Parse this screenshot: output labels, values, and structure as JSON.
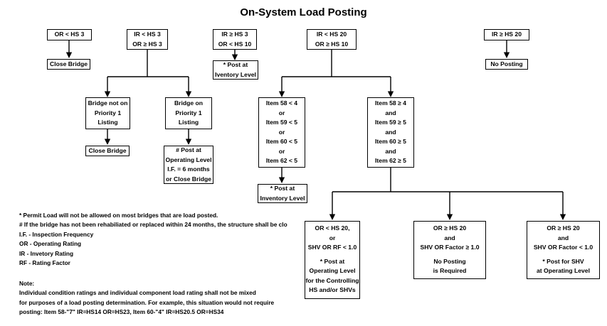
{
  "title": "On-System Load Posting",
  "boxes": {
    "or_lt_hs3": [
      "OR < HS 3"
    ],
    "close_bridge_1": [
      "Close Bridge"
    ],
    "ir_lt_hs3": [
      "IR < HS 3",
      "OR ≥ HS 3"
    ],
    "ir_ge_hs3": [
      "IR ≥ HS 3",
      "OR < HS 10"
    ],
    "post_inventory_1": [
      "* Post at",
      "Iventory Level"
    ],
    "ir_lt_hs20": [
      "IR < HS 20",
      "OR ≥ HS 10"
    ],
    "ir_ge_hs20": [
      "IR ≥ HS 20"
    ],
    "no_posting": [
      "No Posting"
    ],
    "not_priority": [
      "Bridge not on",
      "Priority 1",
      "Listing"
    ],
    "on_priority": [
      "Bridge on",
      "Priority 1",
      "Listing"
    ],
    "close_bridge_2": [
      "Close Bridge"
    ],
    "post_operating": [
      "# Post at",
      "Operating Level",
      "I.F. = 6 months",
      "or Close Bridge"
    ],
    "items_lt": [
      "Item 58 < 4",
      "or",
      "Item 59 < 5",
      "or",
      "Item 60 < 5",
      "or",
      "Item 62 < 5"
    ],
    "items_ge": [
      "Item 58 ≥ 4",
      "and",
      "Item 59 ≥ 5",
      "and",
      "Item 60 ≥ 5",
      "and",
      "Item 62 ≥ 5"
    ],
    "post_inventory_2": [
      "* Post at",
      "Inventory Level"
    ],
    "or_lt_hs20": [
      "OR < HS 20,",
      "or",
      "SHV OR RF < 1.0",
      "",
      "* Post at",
      "Operating Level",
      "for the Controlling",
      "HS and/or SHVs"
    ],
    "or_ge_hs20_a": [
      "OR ≥ HS 20",
      "and",
      "SHV OR Factor ≥ 1.0",
      "",
      "No Posting",
      "is Required"
    ],
    "or_ge_hs20_b": [
      "OR ≥ HS 20",
      "and",
      "SHV OR Factor < 1.0",
      "",
      "* Post for SHV",
      "at Operating Level"
    ]
  },
  "notes": {
    "permit": "* Permit Load will not be allowed on most bridges that are load posted.",
    "rehab": "# If the bridge has not been rehabiliated or replaced within 24 months, the structure shall be clo",
    "if": "I.F. - Inspection Frequency",
    "or": "OR - Operating Rating",
    "ir": "IR - Invetory Rating",
    "rf": "RF - Rating Factor",
    "note_label": "Note:",
    "note_1": "Individual condition ratings and individual component load rating shall not be mixed",
    "note_2": "for purposes of a load posting determination. For example, this situation would not require",
    "note_3": "posting: Item 58-\"7\" IR=HS14 OR=HS23, Item 60-\"4\" IR=HS20.5 OR=HS34"
  }
}
